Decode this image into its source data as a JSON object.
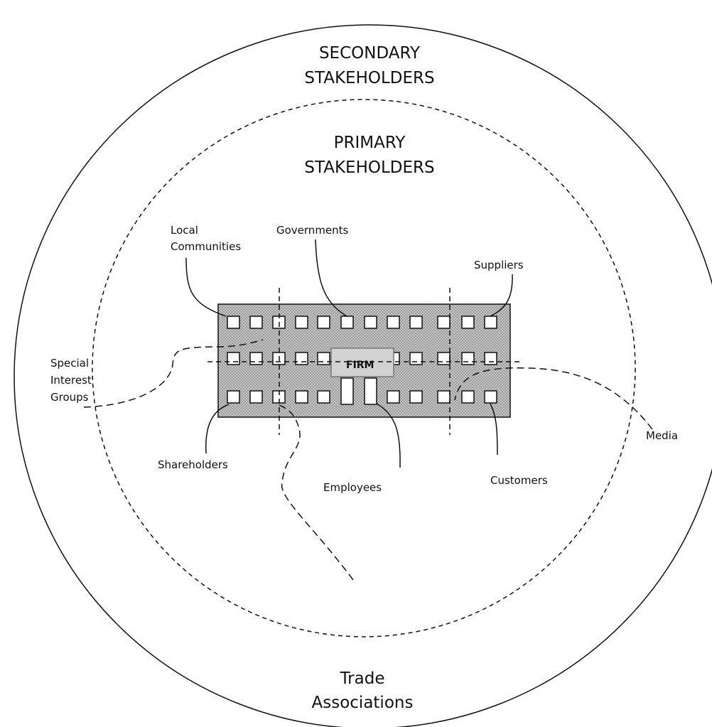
{
  "outer_ring": {
    "title_line1": "SECONDARY",
    "title_line2": "STAKEHOLDERS"
  },
  "inner_ring": {
    "title_line1": "PRIMARY",
    "title_line2": "STAKEHOLDERS"
  },
  "firm": {
    "label": "FIRM"
  },
  "primary_labels": {
    "local_communities_line1": "Local",
    "local_communities_line2": "Communities",
    "governments": "Governments",
    "suppliers": "Suppliers",
    "shareholders": "Shareholders",
    "employees": "Employees",
    "customers": "Customers"
  },
  "secondary_labels": {
    "special_interest_line1": "Special",
    "special_interest_line2": "Interest",
    "special_interest_line3": "Groups",
    "media": "Media",
    "trade_line1": "Trade",
    "trade_line2": "Associations"
  },
  "colors": {
    "stroke": "#111111",
    "building_fill": "#bfbfbf",
    "window_fill": "#ffffff"
  }
}
